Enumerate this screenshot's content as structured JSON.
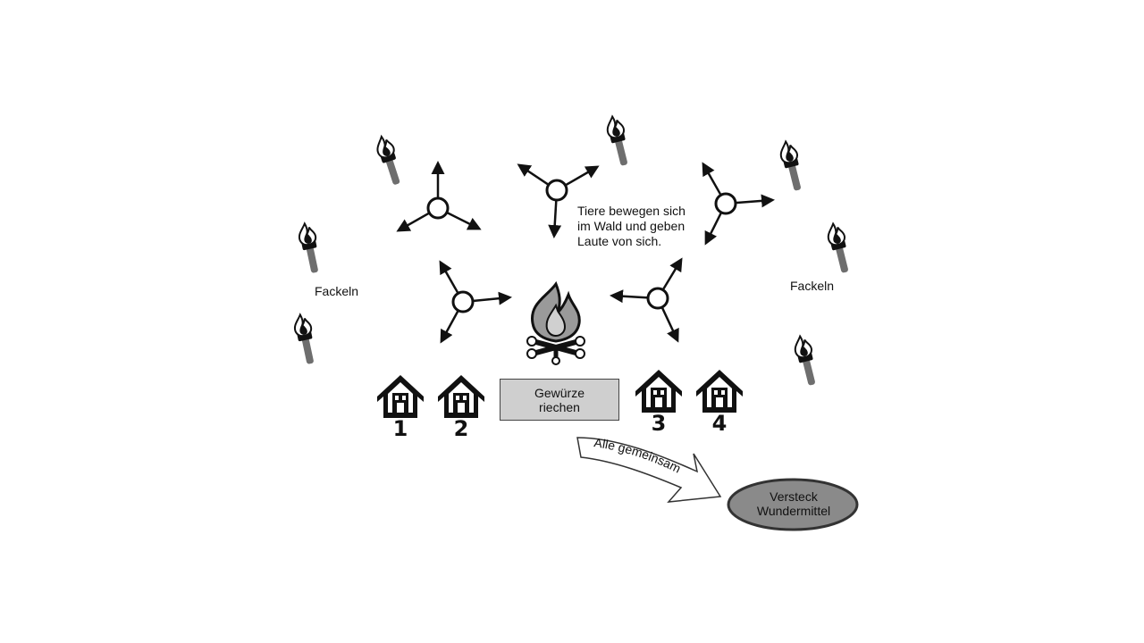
{
  "animals_note": "Tiere bewegen sich\nim Wald und geben\nLaute von sich.",
  "torches_left_label": "Fackeln",
  "torches_right_label": "Fackeln",
  "spice_station_label": "Gewürze\nriechen",
  "path_label": "Alle gemeinsam",
  "hideout_label": "Versteck\nWundermittel",
  "houses": [
    {
      "number": "1"
    },
    {
      "number": "2"
    },
    {
      "number": "3"
    },
    {
      "number": "4"
    }
  ],
  "icons": {
    "torch": "torch-icon",
    "campfire": "campfire-icon",
    "house": "house-icon",
    "animal": "animal-movement-icon",
    "arrow": "curved-arrow-icon"
  },
  "colors": {
    "ink": "#111111",
    "torch_handle": "#6e6e6e",
    "flame_fill": "#9a9a9a",
    "spice_box": "#cfcfcf",
    "hideout": "#8a8a8a"
  }
}
